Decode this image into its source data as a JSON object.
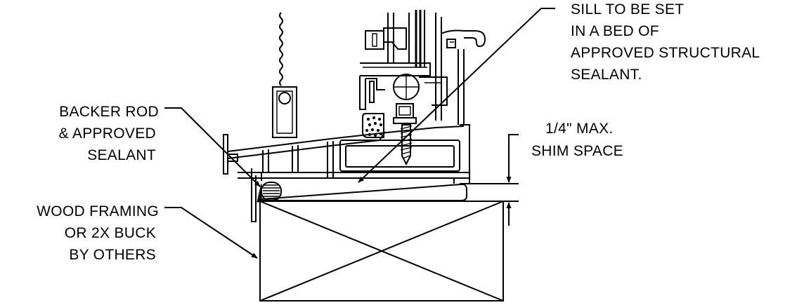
{
  "labels": {
    "sill_note": {
      "lines": [
        "SILL TO BE SET",
        "IN A BED OF",
        "APPROVED STRUCTURAL",
        "SEALANT."
      ]
    },
    "backer_rod": {
      "lines": [
        "BACKER ROD",
        "& APPROVED",
        "SEALANT"
      ]
    },
    "shim_space": {
      "lines": [
        "1/4\" MAX.",
        "SHIM SPACE"
      ]
    },
    "wood_framing": {
      "lines": [
        "WOOD FRAMING",
        "OR 2X BUCK",
        "BY OTHERS"
      ]
    }
  },
  "colors": {
    "line": "#000000",
    "background": "#ffffff"
  }
}
